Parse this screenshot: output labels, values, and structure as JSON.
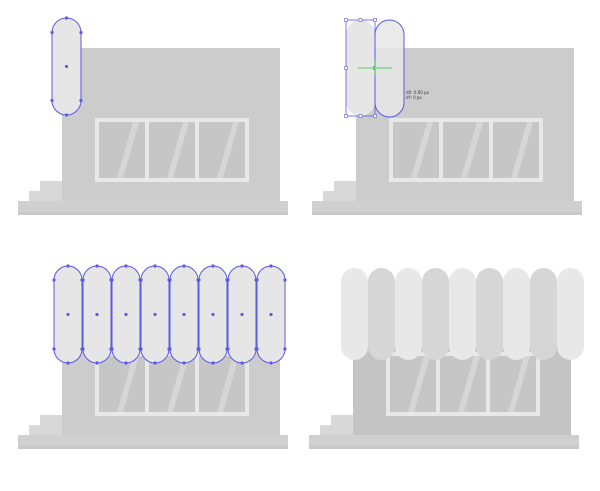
{
  "title": "",
  "colors": {
    "background": "#ffffff",
    "wall": "#cccccc",
    "wall_dark": "#c4c4c4",
    "window_frame": "#e8e8e8",
    "window_glass": "#c6c6c6",
    "window_streak": "#d6d6d6",
    "step": "#d8d8d8",
    "base": "#d0d0d0",
    "selection": "#5a5ae6",
    "guide": "#33cc33",
    "stripe_light": "#e8e8e8",
    "stripe_dark": "#d6d6d6"
  },
  "panels": [
    {
      "id": "step-1",
      "shapes": "single-pill-selected"
    },
    {
      "id": "step-2",
      "shapes": "pill-duplicated-with-guide"
    },
    {
      "id": "step-3",
      "shapes": "row-of-pills-selected"
    },
    {
      "id": "step-4",
      "shapes": "finished-striped-awning"
    }
  ],
  "measurement": {
    "width_label": "dX: 0.00 px",
    "height_label": "dY: 0 px"
  }
}
